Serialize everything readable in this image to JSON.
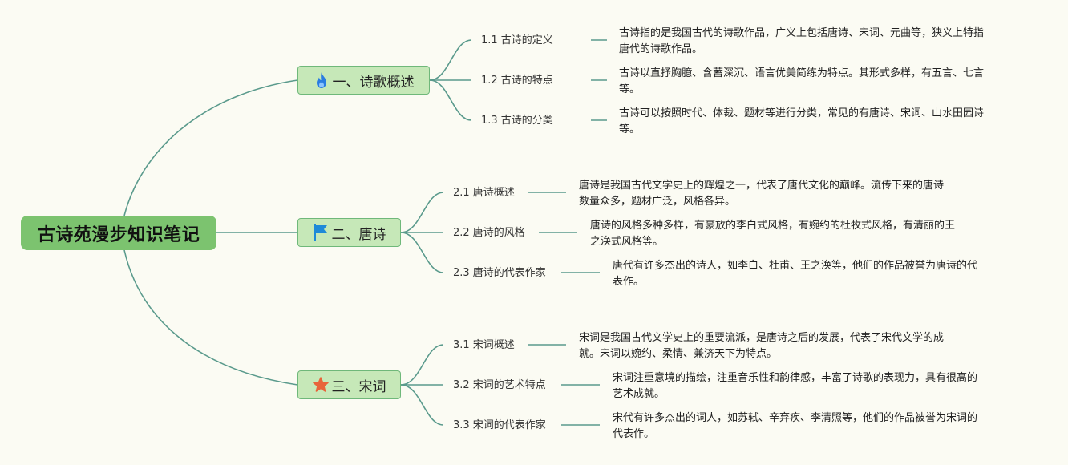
{
  "root": {
    "title": "古诗苑漫步知识笔记"
  },
  "branches": [
    {
      "label": "一、诗歌概述",
      "icon": "flame-icon",
      "subs": [
        {
          "label": "1.1 古诗的定义",
          "desc": [
            "古诗指的是我国古代的诗歌作品，广义上包括唐诗、宋词、元曲等，狭义上特指",
            "唐代的诗歌作品。"
          ]
        },
        {
          "label": "1.2 古诗的特点",
          "desc": [
            "古诗以直抒胸臆、含蓄深沉、语言优美简练为特点。其形式多样，有五言、七言",
            "等。"
          ]
        },
        {
          "label": "1.3 古诗的分类",
          "desc": [
            "古诗可以按照时代、体裁、题材等进行分类，常见的有唐诗、宋词、山水田园诗",
            "等。"
          ]
        }
      ]
    },
    {
      "label": "二、唐诗",
      "icon": "flag-icon",
      "subs": [
        {
          "label": "2.1 唐诗概述",
          "desc": [
            "唐诗是我国古代文学史上的辉煌之一，代表了唐代文化的巅峰。流传下来的唐诗",
            "数量众多，题材广泛，风格各异。"
          ]
        },
        {
          "label": "2.2 唐诗的风格",
          "desc": [
            "唐诗的风格多种多样，有豪放的李白式风格，有婉约的杜牧式风格，有清丽的王",
            "之涣式风格等。"
          ]
        },
        {
          "label": "2.3 唐诗的代表作家",
          "desc": [
            "唐代有许多杰出的诗人，如李白、杜甫、王之涣等，他们的作品被誉为唐诗的代",
            "表作。"
          ]
        }
      ]
    },
    {
      "label": "三、宋词",
      "icon": "star-icon",
      "subs": [
        {
          "label": "3.1 宋词概述",
          "desc": [
            "宋词是我国古代文学史上的重要流派，是唐诗之后的发展，代表了宋代文学的成",
            "就。宋词以婉约、柔情、兼济天下为特点。"
          ]
        },
        {
          "label": "3.2 宋词的艺术特点",
          "desc": [
            "宋词注重意境的描绘，注重音乐性和韵律感，丰富了诗歌的表现力，具有很高的",
            "艺术成就。"
          ]
        },
        {
          "label": "3.3 宋词的代表作家",
          "desc": [
            "宋代有许多杰出的词人，如苏轼、辛弃疾、李清照等，他们的作品被誉为宋词的",
            "代表作。"
          ]
        }
      ]
    }
  ],
  "colors": {
    "background": "#fbfbf3",
    "root_fill": "#7cc36f",
    "branch_fill": "#c6e8b8",
    "branch_border": "#6fb87a",
    "connector": "#5a9a8c",
    "flame": "#2a7de1",
    "flag": "#1f8ad8",
    "star": "#e8643a"
  }
}
